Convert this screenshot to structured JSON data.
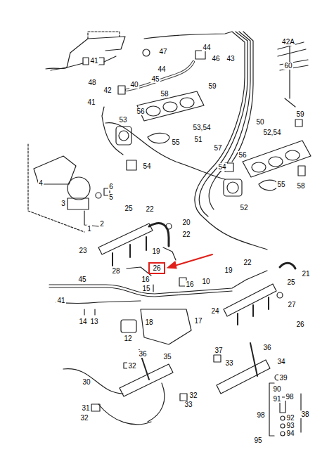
{
  "diagram": {
    "nodes": [
      {
        "text": [
          "26"
        ]
      }
    ],
    "edges": [],
    "labels": [
      "41",
      "48",
      "47",
      "44",
      "46",
      "43",
      "42A",
      "60",
      "44",
      "45",
      "40",
      "42",
      "58",
      "59",
      "41",
      "56",
      "53",
      "53,54",
      "51",
      "55",
      "50",
      "52,54",
      "59",
      "57",
      "56",
      "54",
      "54",
      "55",
      "58",
      "52",
      "4",
      "6",
      "5",
      "3",
      "2",
      "1",
      "25",
      "22",
      "20",
      "22",
      "23",
      "19",
      "22",
      "21",
      "28",
      "16",
      "15",
      "45",
      "19",
      "25",
      "16",
      "10",
      "27",
      "24",
      "26",
      "41",
      "14",
      "13",
      "18",
      "17",
      "12",
      "37",
      "36",
      "36",
      "35",
      "33",
      "34",
      "32",
      "39",
      "30",
      "90",
      "91",
      "98",
      "32",
      "33",
      "31",
      "32",
      "92",
      "38",
      "98",
      "93",
      "94",
      "95"
    ]
  }
}
